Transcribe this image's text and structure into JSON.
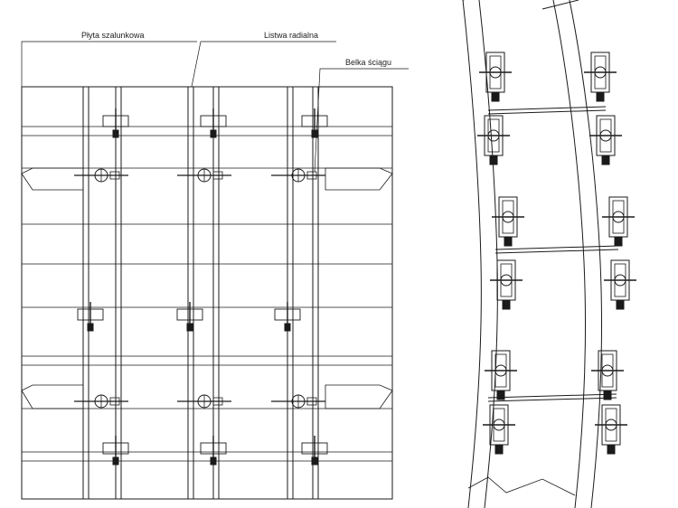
{
  "labels": {
    "plate": "Płyta szalunkowa",
    "radial_strip": "Listwa radialna",
    "tie_beam": "Belka ściągu"
  },
  "colors": {
    "line": "#1a1a1a",
    "background": "#ffffff"
  },
  "icons": [
    "clamp-icon",
    "tie-wheel-icon",
    "radial-panel-icon"
  ]
}
